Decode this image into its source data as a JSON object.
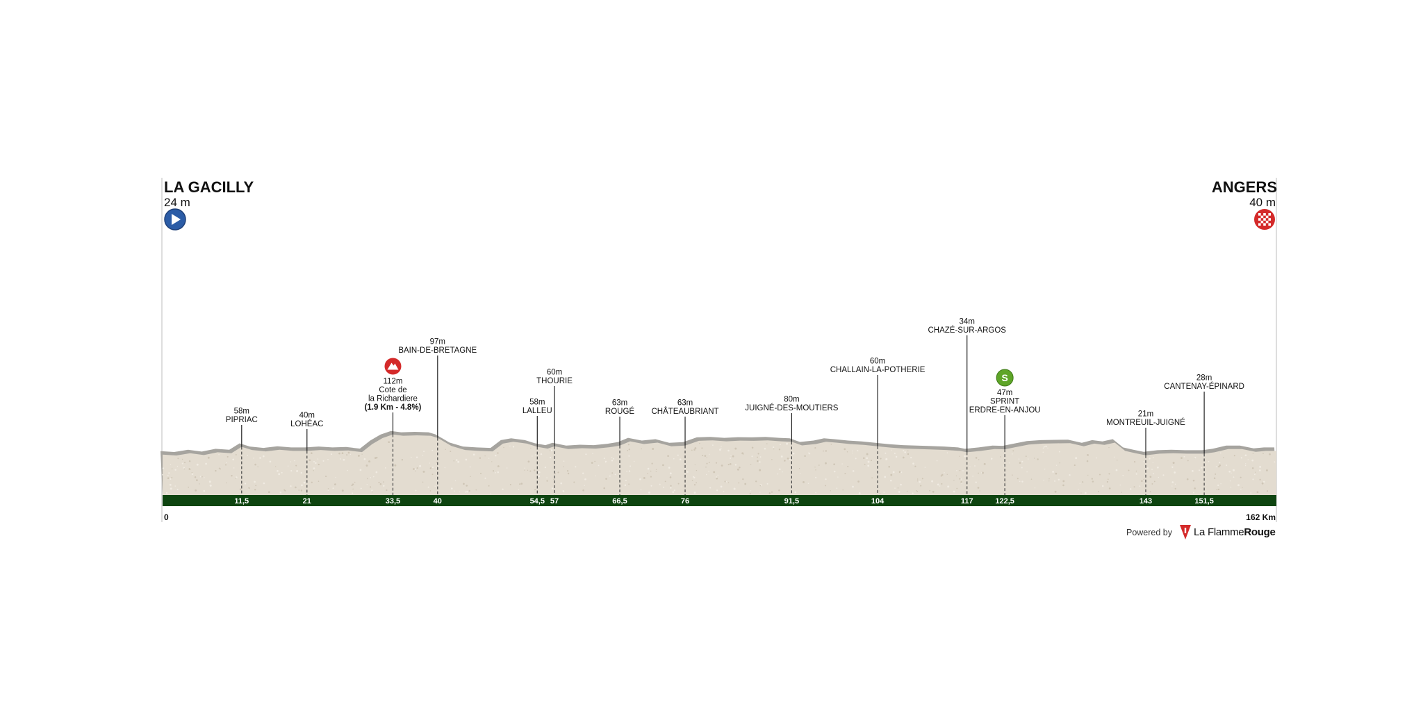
{
  "start": {
    "name": "LA GACILLY",
    "altitude": "24 m"
  },
  "finish": {
    "name": "ANGERS",
    "altitude": "40 m"
  },
  "axis": {
    "start_label": "0",
    "end_label": "162 Km"
  },
  "footer": {
    "powered_by": "Powered by",
    "brand_a": "La Flamme",
    "brand_b": "Rouge"
  },
  "colors": {
    "start_icon": "#2b5ca6",
    "finish_icon": "#d42a2a",
    "kom_icon": "#d42a2a",
    "sprint_icon": "#5ea528",
    "ground_band": "#0e4410",
    "terrain": "#e3dcd0",
    "terrain_shadow": "#a6a49f"
  },
  "icons": {
    "start": "play-arrow-icon",
    "finish": "checkered-flag-icon",
    "kom": "mountain-icon",
    "sprint": "sprint-s-icon"
  },
  "chart_data": {
    "type": "area",
    "x_range_km": [
      0,
      162
    ],
    "profile": [
      [
        0,
        24
      ],
      [
        2,
        20
      ],
      [
        4,
        30
      ],
      [
        6,
        22
      ],
      [
        8,
        34
      ],
      [
        10,
        30
      ],
      [
        11.5,
        58
      ],
      [
        13,
        44
      ],
      [
        15,
        38
      ],
      [
        17,
        45
      ],
      [
        19,
        40
      ],
      [
        21,
        40
      ],
      [
        23,
        44
      ],
      [
        25,
        40
      ],
      [
        27,
        42
      ],
      [
        29,
        35
      ],
      [
        30.5,
        70
      ],
      [
        32,
        96
      ],
      [
        33.5,
        112
      ],
      [
        35,
        106
      ],
      [
        37,
        108
      ],
      [
        39,
        106
      ],
      [
        40,
        97
      ],
      [
        42,
        62
      ],
      [
        44,
        44
      ],
      [
        46,
        40
      ],
      [
        48,
        38
      ],
      [
        49.5,
        72
      ],
      [
        51,
        80
      ],
      [
        53,
        72
      ],
      [
        54.5,
        58
      ],
      [
        56,
        50
      ],
      [
        57,
        60
      ],
      [
        59,
        48
      ],
      [
        61,
        52
      ],
      [
        63,
        50
      ],
      [
        65,
        56
      ],
      [
        66.5,
        63
      ],
      [
        68,
        82
      ],
      [
        70,
        70
      ],
      [
        72,
        76
      ],
      [
        74,
        60
      ],
      [
        76,
        63
      ],
      [
        78,
        84
      ],
      [
        80,
        86
      ],
      [
        82,
        82
      ],
      [
        84,
        85
      ],
      [
        86,
        84
      ],
      [
        88,
        86
      ],
      [
        90,
        82
      ],
      [
        91.5,
        80
      ],
      [
        93,
        64
      ],
      [
        95,
        70
      ],
      [
        96.5,
        80
      ],
      [
        98,
        76
      ],
      [
        100,
        70
      ],
      [
        102,
        66
      ],
      [
        104,
        60
      ],
      [
        106,
        54
      ],
      [
        108,
        50
      ],
      [
        110,
        48
      ],
      [
        112,
        46
      ],
      [
        114,
        44
      ],
      [
        116,
        40
      ],
      [
        117,
        34
      ],
      [
        119,
        40
      ],
      [
        121,
        48
      ],
      [
        122.5,
        47
      ],
      [
        124,
        56
      ],
      [
        126,
        68
      ],
      [
        128,
        72
      ],
      [
        130,
        73
      ],
      [
        132,
        74
      ],
      [
        134,
        60
      ],
      [
        135.5,
        72
      ],
      [
        137,
        66
      ],
      [
        138.5,
        76
      ],
      [
        140,
        40
      ],
      [
        141.5,
        30
      ],
      [
        143,
        21
      ],
      [
        145,
        28
      ],
      [
        147,
        30
      ],
      [
        149,
        28
      ],
      [
        151.5,
        28
      ],
      [
        153,
        34
      ],
      [
        155,
        48
      ],
      [
        157,
        48
      ],
      [
        159,
        36
      ],
      [
        160.5,
        40
      ],
      [
        162,
        40
      ]
    ],
    "points": [
      {
        "km": 11.5,
        "km_label": "11,5",
        "alt": "58m",
        "name": "PIPRIAC"
      },
      {
        "km": 21,
        "km_label": "21",
        "alt": "40m",
        "name": "LOHÉAC"
      },
      {
        "km": 33.5,
        "km_label": "33,5",
        "alt": "112m",
        "name": "Cote de\nla Richardiere",
        "detail": "(1.9 Km - 4.8%)",
        "kom": true
      },
      {
        "km": 40,
        "km_label": "40",
        "alt": "97m",
        "name": "BAIN-DE-BRETAGNE"
      },
      {
        "km": 54.5,
        "km_label": "54,5",
        "alt": "58m",
        "name": "LALLEU"
      },
      {
        "km": 57,
        "km_label": "57",
        "alt": "60m",
        "name": "THOURIE"
      },
      {
        "km": 66.5,
        "km_label": "66,5",
        "alt": "63m",
        "name": "ROUGÉ"
      },
      {
        "km": 76,
        "km_label": "76",
        "alt": "63m",
        "name": "CHÂTEAUBRIANT"
      },
      {
        "km": 91.5,
        "km_label": "91,5",
        "alt": "80m",
        "name": "JUIGNÉ-DES-MOUTIERS"
      },
      {
        "km": 104,
        "km_label": "104",
        "alt": "60m",
        "name": "CHALLAIN-LA-POTHERIE"
      },
      {
        "km": 117,
        "km_label": "117",
        "alt": "34m",
        "name": "CHAZÉ-SUR-ARGOS"
      },
      {
        "km": 122.5,
        "km_label": "122,5",
        "alt": "47m",
        "name": "SPRINT\nERDRE-EN-ANJOU",
        "sprint": true
      },
      {
        "km": 143,
        "km_label": "143",
        "alt": "21m",
        "name": "MONTREUIL-JUIGNÉ"
      },
      {
        "km": 151.5,
        "km_label": "151,5",
        "alt": "28m",
        "name": "CANTENAY-ÉPINARD"
      }
    ]
  }
}
